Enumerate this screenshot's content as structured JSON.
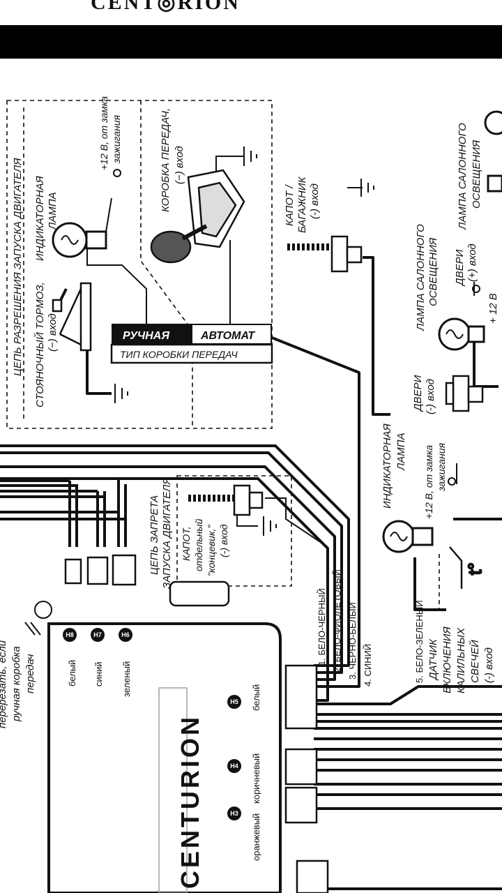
{
  "header": {
    "logo_text": "CENT◎RION"
  },
  "ignition_block": {
    "title": "ЦЕПЬ РАЗРЕШЕНИЯ ЗАПУСКА ДВИГАТЕЛЯ",
    "parking_brake_1": "СТОЯНОЧНЫЙ ТОРМОЗ,",
    "parking_brake_2": "(−) вход",
    "indicator_lamp_1": "ИНДИКАТОРНАЯ",
    "indicator_lamp_2": "ЛАМПА",
    "plus12_1": "+12 В, от замка",
    "plus12_2": "зажигания",
    "gearbox_1": "КОРОБКА ПЕРЕДАЧ,",
    "gearbox_2": "(−) вход"
  },
  "gearbox_type": {
    "manual": "РУЧНАЯ",
    "automatic": "АВТОМАТ",
    "label": "ТИП КОРОБКИ ПЕРЕДАЧ"
  },
  "hood_trunk": {
    "line1": "КАПОТ /",
    "line2": "БАГАЖНИК",
    "line3": "(-) вход"
  },
  "interior_lamp_top": {
    "line1": "ЛАМПА САЛОННОГО",
    "line2": "ОСВЕЩЕНИЯ"
  },
  "doors_plus": {
    "line1": "ДВЕРИ",
    "line2": "(+) вход"
  },
  "interior_lamp_mid": {
    "line1": "ЛАМПА САЛОННОГО",
    "line2": "ОСВЕЩЕНИЯ",
    "plus12": "+ 12 В"
  },
  "doors_minus": {
    "line1": "ДВЕРИ",
    "line2": "(-) вход"
  },
  "indicator_lamp_lower": {
    "line1": "ИНДИКАТОРНАЯ",
    "line2": "ЛАМПА",
    "plus12_1": "+12 В, от замка",
    "plus12_2": "зажигания"
  },
  "engine_block": {
    "title_1": "ЦЕПЬ ЗАПРЕТА",
    "title_2": "ЗАПУСКА ДВИГАТЕЛЯ",
    "hood_1": "КАПОТ,",
    "hood_2": "отдельный",
    "hood_3": "\"концевик,\"",
    "hood_4": "(-) вход"
  },
  "wires": {
    "w1": "1. БЕЛО-ЧЕРНЫЙ",
    "w2": "2. БЕЛО-ФИОЛЕТОВЫЙ",
    "w3": "3. ЧЕРНО-БЕЛЫЙ",
    "w4": "4. СИНИЙ",
    "w5": "5. БЕЛО-ЗЕЛЕНЫЙ"
  },
  "glow_plug": {
    "line1": "ДАТЧИК",
    "line2": "ВКЛЮЧЕНИЯ",
    "line3": "КАЛИЛЬНЫХ",
    "line4": "СВЕЧЕЙ",
    "line5": "(-) вход"
  },
  "cut_note": {
    "line1": "перерезать, если",
    "line2": "ручная коробка",
    "line3": "передач"
  },
  "connectors": {
    "h8": {
      "id": "H8",
      "color": "белый"
    },
    "h7": {
      "id": "H7",
      "color": "синий"
    },
    "h6": {
      "id": "H6",
      "color": "зеленый"
    },
    "h5": {
      "id": "H5",
      "color": "белый"
    },
    "h4": {
      "id": "H4",
      "color": "коричневый"
    },
    "h3": {
      "id": "H3",
      "color": "оранжевый"
    }
  },
  "unit": {
    "brand": "CENTURION"
  }
}
